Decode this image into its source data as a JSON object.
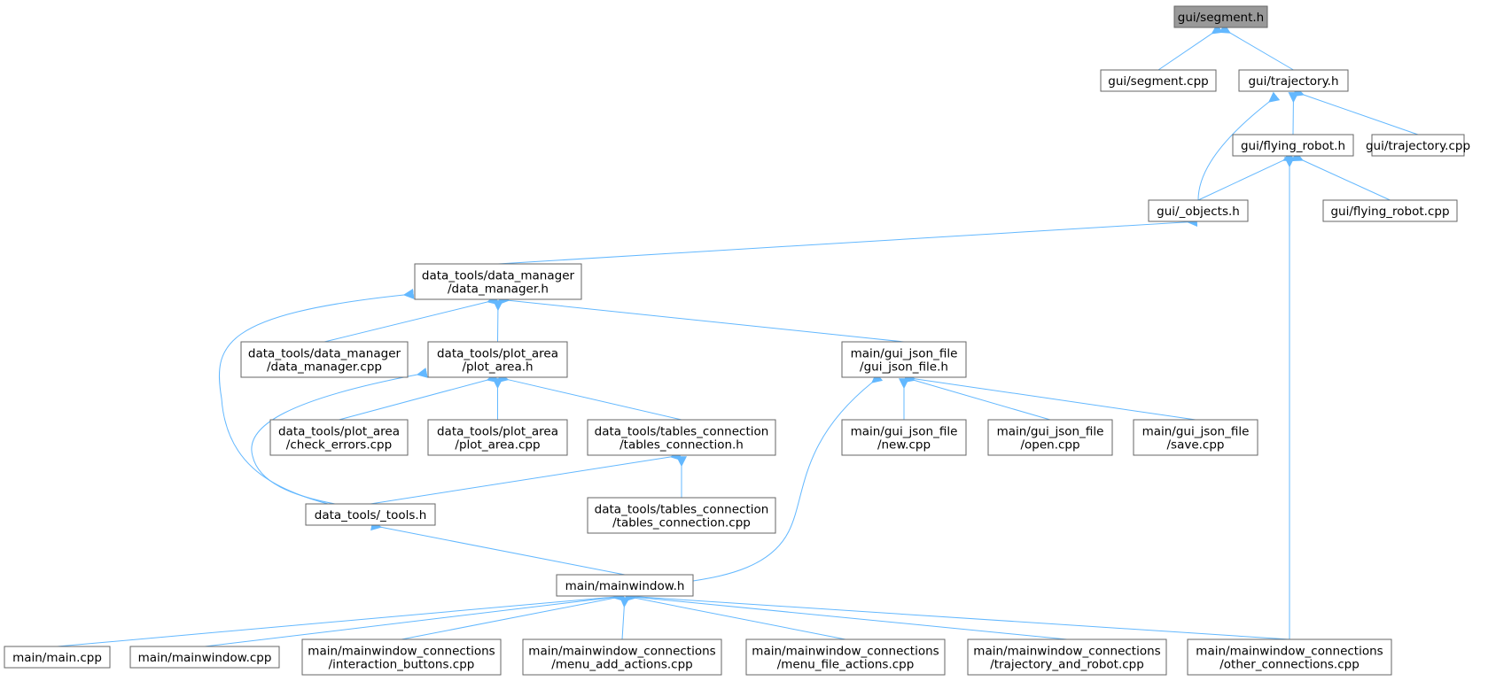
{
  "colors": {
    "edge": "#63b8ff",
    "node_border": "#666666",
    "node_fill": "#ffffff",
    "root_fill": "#999999"
  },
  "nodes": [
    {
      "id": "segment_h",
      "lines": [
        "gui/segment.h"
      ],
      "root": true
    },
    {
      "id": "segment_cpp",
      "lines": [
        "gui/segment.cpp"
      ]
    },
    {
      "id": "trajectory_h",
      "lines": [
        "gui/trajectory.h"
      ]
    },
    {
      "id": "flying_robot_h",
      "lines": [
        "gui/flying_robot.h"
      ]
    },
    {
      "id": "trajectory_cpp",
      "lines": [
        "gui/trajectory.cpp"
      ]
    },
    {
      "id": "objects_h",
      "lines": [
        "gui/_objects.h"
      ]
    },
    {
      "id": "flying_robot_cpp",
      "lines": [
        "gui/flying_robot.cpp"
      ]
    },
    {
      "id": "data_manager_h",
      "lines": [
        "data_tools/data_manager",
        "/data_manager.h"
      ]
    },
    {
      "id": "data_manager_cpp",
      "lines": [
        "data_tools/data_manager",
        "/data_manager.cpp"
      ]
    },
    {
      "id": "plot_area_h",
      "lines": [
        "data_tools/plot_area",
        "/plot_area.h"
      ]
    },
    {
      "id": "gui_json_file_h",
      "lines": [
        "main/gui_json_file",
        "/gui_json_file.h"
      ]
    },
    {
      "id": "check_errors_cpp",
      "lines": [
        "data_tools/plot_area",
        "/check_errors.cpp"
      ]
    },
    {
      "id": "plot_area_cpp",
      "lines": [
        "data_tools/plot_area",
        "/plot_area.cpp"
      ]
    },
    {
      "id": "tables_connection_h",
      "lines": [
        "data_tools/tables_connection",
        "/tables_connection.h"
      ]
    },
    {
      "id": "new_cpp",
      "lines": [
        "main/gui_json_file",
        "/new.cpp"
      ]
    },
    {
      "id": "open_cpp",
      "lines": [
        "main/gui_json_file",
        "/open.cpp"
      ]
    },
    {
      "id": "save_cpp",
      "lines": [
        "main/gui_json_file",
        "/save.cpp"
      ]
    },
    {
      "id": "tools_h",
      "lines": [
        "data_tools/_tools.h"
      ]
    },
    {
      "id": "tables_connection_cpp",
      "lines": [
        "data_tools/tables_connection",
        "/tables_connection.cpp"
      ]
    },
    {
      "id": "mainwindow_h",
      "lines": [
        "main/mainwindow.h"
      ]
    },
    {
      "id": "main_cpp",
      "lines": [
        "main/main.cpp"
      ]
    },
    {
      "id": "mainwindow_cpp",
      "lines": [
        "main/mainwindow.cpp"
      ]
    },
    {
      "id": "interaction_buttons_cpp",
      "lines": [
        "main/mainwindow_connections",
        "/interaction_buttons.cpp"
      ]
    },
    {
      "id": "menu_add_actions_cpp",
      "lines": [
        "main/mainwindow_connections",
        "/menu_add_actions.cpp"
      ]
    },
    {
      "id": "menu_file_actions_cpp",
      "lines": [
        "main/mainwindow_connections",
        "/menu_file_actions.cpp"
      ]
    },
    {
      "id": "trajectory_and_robot_cpp",
      "lines": [
        "main/mainwindow_connections",
        "/trajectory_and_robot.cpp"
      ]
    },
    {
      "id": "other_connections_cpp",
      "lines": [
        "main/mainwindow_connections",
        "/other_connections.cpp"
      ]
    }
  ],
  "edges": [
    {
      "from": "segment_h",
      "to": "segment_cpp"
    },
    {
      "from": "segment_h",
      "to": "trajectory_h"
    },
    {
      "from": "trajectory_h",
      "to": "flying_robot_h"
    },
    {
      "from": "trajectory_h",
      "to": "trajectory_cpp"
    },
    {
      "from": "trajectory_h",
      "to": "objects_h"
    },
    {
      "from": "flying_robot_h",
      "to": "objects_h"
    },
    {
      "from": "flying_robot_h",
      "to": "flying_robot_cpp"
    },
    {
      "from": "flying_robot_h",
      "to": "other_connections_cpp"
    },
    {
      "from": "objects_h",
      "to": "data_manager_h"
    },
    {
      "from": "data_manager_h",
      "to": "data_manager_cpp"
    },
    {
      "from": "data_manager_h",
      "to": "plot_area_h"
    },
    {
      "from": "data_manager_h",
      "to": "gui_json_file_h"
    },
    {
      "from": "data_manager_h",
      "to": "tools_h"
    },
    {
      "from": "plot_area_h",
      "to": "check_errors_cpp"
    },
    {
      "from": "plot_area_h",
      "to": "plot_area_cpp"
    },
    {
      "from": "plot_area_h",
      "to": "tables_connection_h"
    },
    {
      "from": "plot_area_h",
      "to": "tools_h"
    },
    {
      "from": "gui_json_file_h",
      "to": "new_cpp"
    },
    {
      "from": "gui_json_file_h",
      "to": "open_cpp"
    },
    {
      "from": "gui_json_file_h",
      "to": "save_cpp"
    },
    {
      "from": "gui_json_file_h",
      "to": "mainwindow_h"
    },
    {
      "from": "tables_connection_h",
      "to": "tables_connection_cpp"
    },
    {
      "from": "tables_connection_h",
      "to": "tools_h"
    },
    {
      "from": "tools_h",
      "to": "mainwindow_h"
    },
    {
      "from": "mainwindow_h",
      "to": "main_cpp"
    },
    {
      "from": "mainwindow_h",
      "to": "mainwindow_cpp"
    },
    {
      "from": "mainwindow_h",
      "to": "interaction_buttons_cpp"
    },
    {
      "from": "mainwindow_h",
      "to": "menu_add_actions_cpp"
    },
    {
      "from": "mainwindow_h",
      "to": "menu_file_actions_cpp"
    },
    {
      "from": "mainwindow_h",
      "to": "trajectory_and_robot_cpp"
    },
    {
      "from": "mainwindow_h",
      "to": "other_connections_cpp"
    }
  ]
}
